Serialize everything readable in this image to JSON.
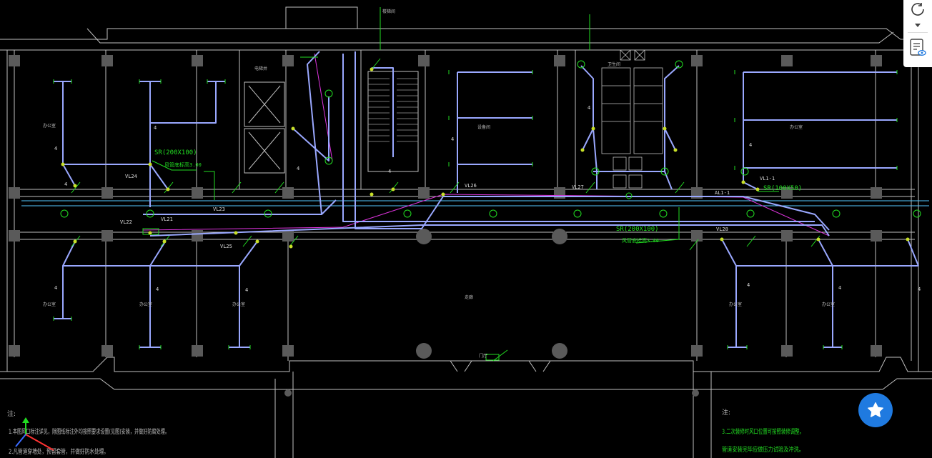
{
  "drawing": {
    "duct_labels": [
      "SR(200X100)",
      "SR(200X100)",
      "SR(100X50)"
    ],
    "duct_sub_labels": [
      "风管底标高3.00",
      "风管底标高3.00"
    ],
    "pipe_tags": [
      "VL24",
      "VL21",
      "VL22",
      "VL23",
      "VL25",
      "VL26",
      "VL27",
      "VL28",
      "VL1-1",
      "AL1-1"
    ],
    "numbers": [
      "4",
      "4",
      "4",
      "4",
      "4",
      "4",
      "4",
      "4",
      "4",
      "4",
      "4",
      "4",
      "4",
      "4"
    ],
    "room_labels": [
      "办公室",
      "办公室",
      "办公室",
      "办公室",
      "走廊",
      "门厅",
      "办公室",
      "办公室",
      "办公室",
      "卫生间",
      "楼梯间",
      "电梯井",
      "设备间"
    ],
    "note_left": {
      "title": "注:",
      "line1": "1.本图风口标注详见，除图纸标注外均按照要求设置(见图)安装，并做好防腐处理。",
      "line2": "2.凡管道穿墙处，预留套管，并做好防水处理。"
    },
    "note_right": {
      "title": "注:",
      "line1": "3.二次装修时风口位置可按照装修调整。",
      "line2": "管道安装完毕应做压力试验及冲洗。"
    },
    "colors": {
      "background": "#000000",
      "wall": "#bfbfbf",
      "pipe": "#9aa8ff",
      "duct": "#55c8ff",
      "green": "#22dd22",
      "magenta": "#dd33dd"
    }
  },
  "toolbar": {
    "icons": [
      "refresh-icon",
      "dropdown-arrow-icon",
      "document-view-icon"
    ]
  },
  "fab": {
    "icon": "star-icon"
  }
}
